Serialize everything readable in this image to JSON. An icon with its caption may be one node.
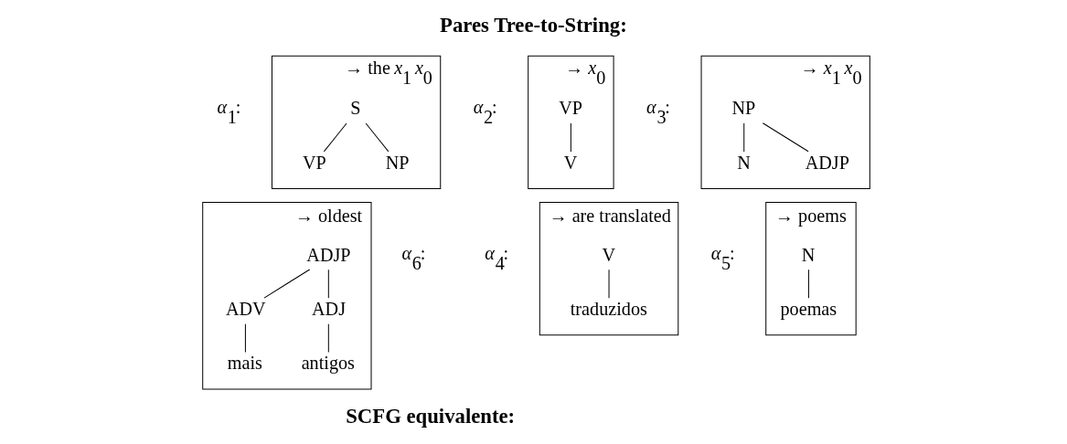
{
  "diagram": {
    "title": "Pares Tree-to-String:",
    "nodes": [
      {
        "text": [
          "→ the *x*$_{1}$ *x*$_{0}$"
        ],
        "beside": [
          "*α*$_{1}$:"
        ]
      },
      {
        "text": [
          "S"
        ],
        "in": 0
      },
      {
        "text": [
          "VP"
        ],
        "in": 0
      },
      {
        "text": [
          "NP"
        ],
        "in": 0
      },
      {
        "text": [
          "→ *x*$_{0}$"
        ],
        "beside": [
          "*α*$_{2}$:"
        ]
      },
      {
        "text": [
          "VP"
        ],
        "in": 4
      },
      {
        "text": [
          "V"
        ],
        "in": 4
      },
      {
        "text": [
          "→ *x*$_{1}$ *x*$_{0}$"
        ],
        "beside": [
          "*α*$_{3}$:"
        ]
      },
      {
        "text": [
          "NP"
        ],
        "in": 7
      },
      {
        "text": [
          "N"
        ],
        "in": 7
      },
      {
        "text": [
          "ADJP"
        ],
        "in": 7
      },
      {
        "text": [
          "→ are translated"
        ],
        "beside": [
          "*α*$_{4}$:"
        ]
      },
      {
        "text": [
          "V"
        ],
        "in": 11
      },
      {
        "text": [
          "traduzidos"
        ],
        "in": 11
      },
      {
        "text": [
          "→ poems"
        ],
        "beside": [
          "*α*$_{5}$:"
        ]
      },
      {
        "text": [
          "N"
        ],
        "in": 14
      },
      {
        "text": [
          "poemas"
        ],
        "in": 14
      },
      {
        "text": [
          "→ oldest"
        ],
        "beside": [
          "*α*$_{6}$:"
        ]
      },
      {
        "text": [
          "ADJP"
        ],
        "in": 17
      },
      {
        "text": [
          "ADV"
        ],
        "in": 17
      },
      {
        "text": [
          "ADJ"
        ],
        "in": 17
      },
      {
        "text": [
          "mais"
        ],
        "in": 17
      },
      {
        "text": [
          "antigos"
        ],
        "in": 17
      }
    ],
    "edges": [
      {
        "from": 1,
        "to": 2,
        "arrow": "none"
      },
      {
        "from": 1,
        "to": 3,
        "arrow": "none"
      },
      {
        "from": 5,
        "to": 6,
        "arrow": "none"
      },
      {
        "from": 8,
        "to": 9,
        "arrow": "none"
      },
      {
        "from": 8,
        "to": 10,
        "arrow": "none"
      },
      {
        "from": 12,
        "to": 13,
        "arrow": "none"
      },
      {
        "from": 15,
        "to": 16,
        "arrow": "none"
      },
      {
        "from": 18,
        "to": 19,
        "arrow": "none"
      },
      {
        "from": 18,
        "to": 20,
        "arrow": "none"
      },
      {
        "from": 19,
        "to": 21,
        "arrow": "none"
      },
      {
        "from": 20,
        "to": 22,
        "arrow": "none"
      }
    ],
    "labels": [
      "SCFG equivalente:"
    ]
  }
}
